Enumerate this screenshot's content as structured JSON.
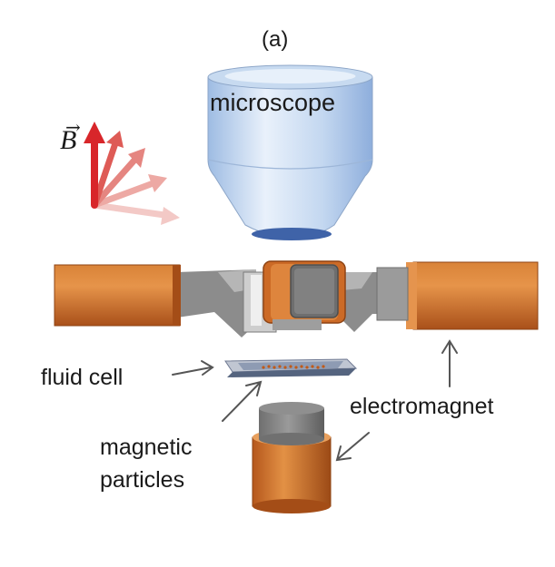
{
  "diagram": {
    "panel_label": "(a)",
    "labels": {
      "microscope": "microscope",
      "b_field_symbol": "B",
      "b_field_vector_mark": "→",
      "fluid_cell": "fluid cell",
      "electromagnet": "electromagnet",
      "magnetic_particles_line1": "magnetic",
      "magnetic_particles_line2": "particles"
    },
    "icons": [
      "magnetic-field-vector-icon",
      "microscope-objective-icon",
      "electromagnet-core-icon",
      "fluid-cell-icon"
    ],
    "colors": {
      "coil_orange": "#C5621A",
      "pole_gray": "#8A8A8A",
      "microscope_blue": "#BFD6EE",
      "field_arrow_red": "#D8262A",
      "label_text": "#1a1a1a"
    }
  }
}
